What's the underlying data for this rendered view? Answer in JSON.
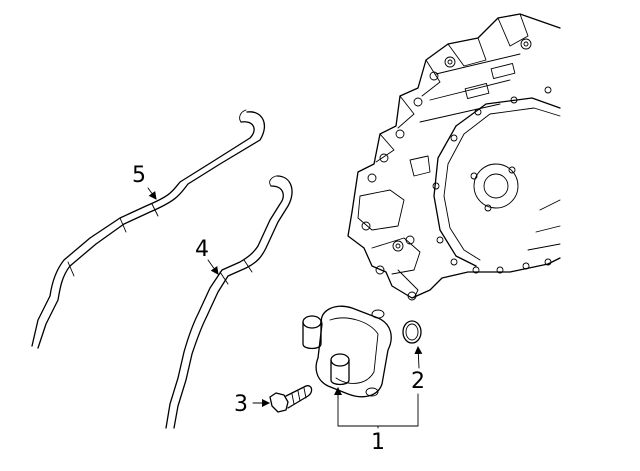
{
  "callouts": {
    "one": "1",
    "two": "2",
    "three": "3",
    "four": "4",
    "five": "5"
  }
}
